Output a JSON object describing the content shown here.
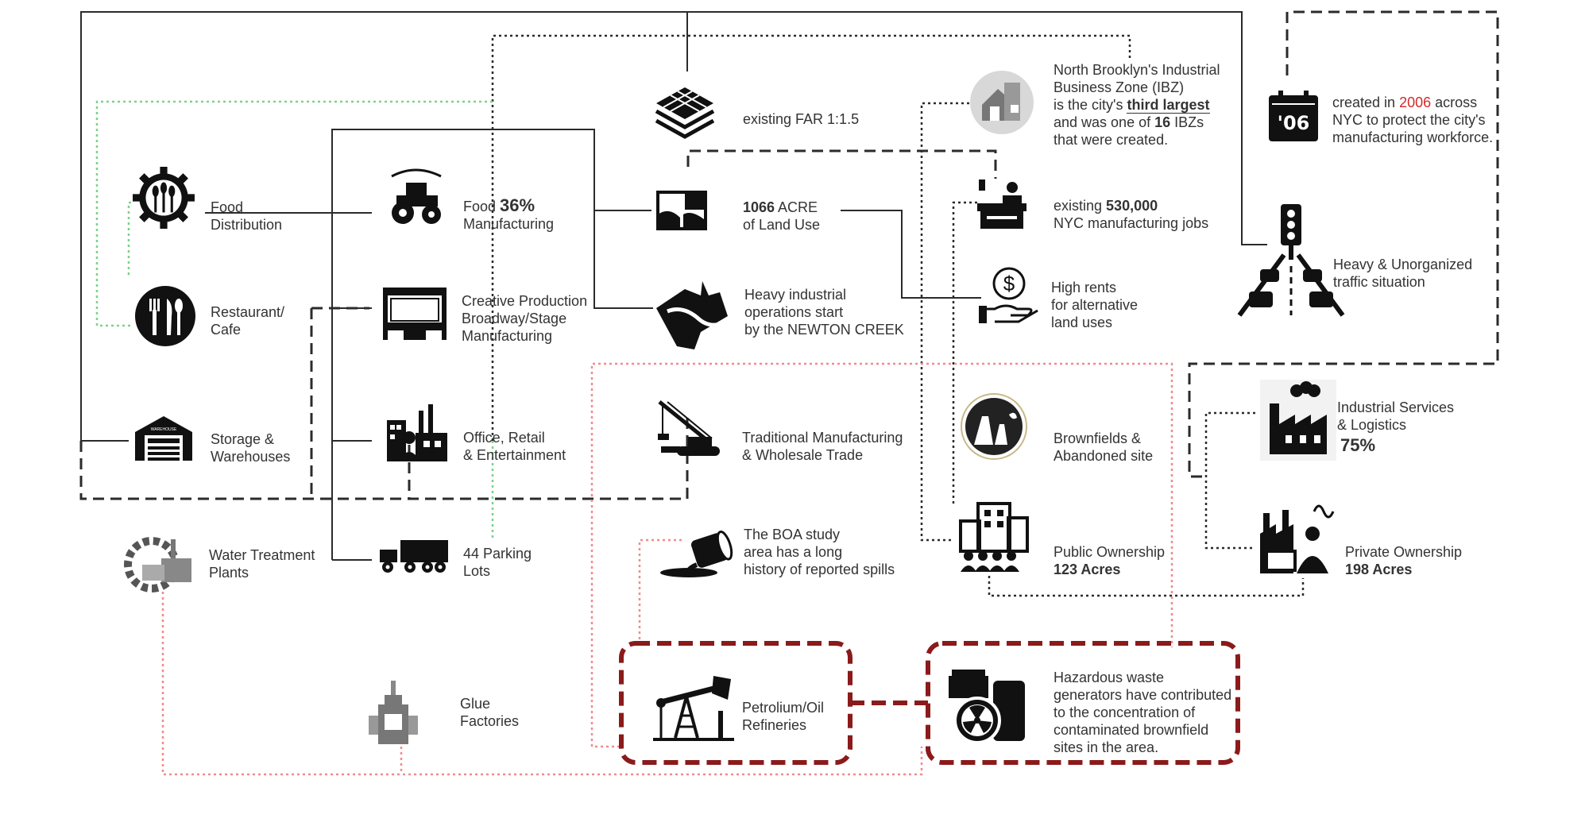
{
  "colors": {
    "line": "#2b2b2b",
    "green": "#7dd28a",
    "pink": "#f08c8c",
    "darkred": "#8b1a1a",
    "highlight": "#d42a2a"
  },
  "nodes": {
    "food_distribution": [
      "Food",
      "Distribution"
    ],
    "restaurant": [
      "Restaurant/",
      "Cafe"
    ],
    "storage": [
      "Storage &",
      "Warehouses"
    ],
    "water_treatment": [
      "Water Treatment",
      "Plants"
    ],
    "food_manufacturing": {
      "line1_pre": "Food ",
      "line1_pct": "36%",
      "line2": "Manufacturing"
    },
    "creative_production": [
      "Creative Production",
      "Broadway/Stage",
      "Manufacturing"
    ],
    "office_retail": [
      "Office, Retail",
      "& Entertainment"
    ],
    "parking": [
      "44 Parking",
      "Lots"
    ],
    "glue": [
      "Glue",
      "Factories"
    ],
    "far": "existing FAR 1:1.5",
    "land_use": {
      "line1_bold": "1066",
      "line1_rest": " ACRE",
      "line2": "of Land Use"
    },
    "newton_creek": [
      "Heavy industrial",
      "operations start",
      "by the NEWTON CREEK"
    ],
    "traditional": [
      "Traditional Manufacturing",
      "& Wholesale Trade"
    ],
    "spills": [
      "The BOA study",
      "area has a long",
      "history of reported spills"
    ],
    "petroleum": [
      "Petrolium/Oil",
      "Refineries"
    ],
    "ibz": {
      "l1": "North Brooklyn's Industrial",
      "l2": " Business Zone (IBZ)",
      "l3_pre": "is the city's ",
      "l3_bold": "third largest",
      "l4_pre": "and was one of ",
      "l4_bold": "16",
      "l4_post": " IBZs",
      "l5": "that were created."
    },
    "jobs": {
      "l1_pre": "existing ",
      "l1_bold": "530,000",
      "l2": "NYC manufacturing jobs"
    },
    "rents": [
      "High rents",
      "for alternative",
      "land uses"
    ],
    "brownfields": [
      "Brownfields  &",
      "Abandoned site"
    ],
    "public": {
      "l1": "Public Ownership",
      "l2": "123 Acres"
    },
    "hazardous": [
      "Hazardous waste",
      "generators have contributed",
      "to the concentration of",
      "contaminated brownfield",
      "sites in the area."
    ],
    "created": {
      "l1_pre": "created in ",
      "l1_year": "2006",
      "l1_post": " across",
      "l2": "NYC to protect the city's",
      "l3": "manufacturing workforce."
    },
    "year_badge": "'06",
    "traffic": [
      "Heavy & Unorganized",
      "traffic situation"
    ],
    "industrial_services": {
      "l1": "Industrial Services",
      "l2": "& Logistics",
      "pct": "75%"
    },
    "private": {
      "l1": "Private Ownership",
      "l2": "198 Acres"
    },
    "warehouse_sign": "WAREHOUSE"
  },
  "icons": [
    "wheat-gear-icon",
    "fork-knife-spoon-icon",
    "warehouse-icon",
    "water-plant-gear-icon",
    "tractor-icon",
    "stage-icon",
    "office-worker-icon",
    "truck-icon",
    "glue-bottle-icon",
    "layers-grid-icon",
    "land-map-icon",
    "creek-map-icon",
    "crane-icon",
    "oil-spill-icon",
    "oil-pump-icon",
    "ibz-house-icon",
    "factory-worker-icon",
    "dollar-hand-icon",
    "brownfield-icon",
    "public-building-icon",
    "hazard-barrel-icon",
    "calendar-06-icon",
    "traffic-light-road-icon",
    "industrial-factory-icon",
    "private-factory-icon"
  ]
}
